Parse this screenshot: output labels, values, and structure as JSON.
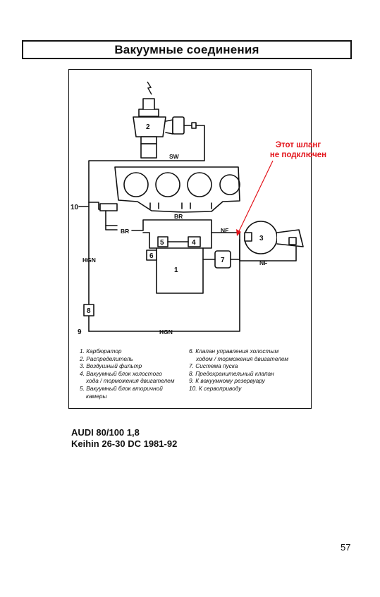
{
  "page": {
    "title": "Вакуумные соединения",
    "page_number": "57"
  },
  "caption": {
    "line1": "AUDI 80/100 1,8",
    "line2": "Keihin 26-30 DC 1981-92"
  },
  "annotation": {
    "line1": "Этот шланг",
    "line2": "не подключен",
    "color": "#e3141b"
  },
  "diagram": {
    "hose_labels": {
      "sw": "SW",
      "br_top": "BR",
      "br_left": "BR",
      "nf_upper": "NF",
      "nf_lower": "NF",
      "hgn_left": "HGN",
      "hgn_bottom": "HGN"
    },
    "component_numbers": {
      "c1": "1",
      "c2": "2",
      "c3": "3",
      "c4": "4",
      "c5": "5",
      "c6": "6",
      "c7": "7",
      "c8": "8",
      "c9": "9",
      "c10": "10"
    }
  },
  "legend": {
    "left": [
      "1. Карбюратор",
      "2. Распределитель",
      "3. Воздушный фильтр",
      "4. Вакуумный блок холостого",
      "хода / торможения двигателем",
      "5. Вакуумный блок вторичной",
      "камеры"
    ],
    "right": [
      "6. Клапан управления холостым",
      "ходом / торможения двигателем",
      "7. Система пуска",
      "8. Предохранительный клапан",
      "9. К вакуумному резервуару",
      "10. К сервоприводу"
    ]
  }
}
